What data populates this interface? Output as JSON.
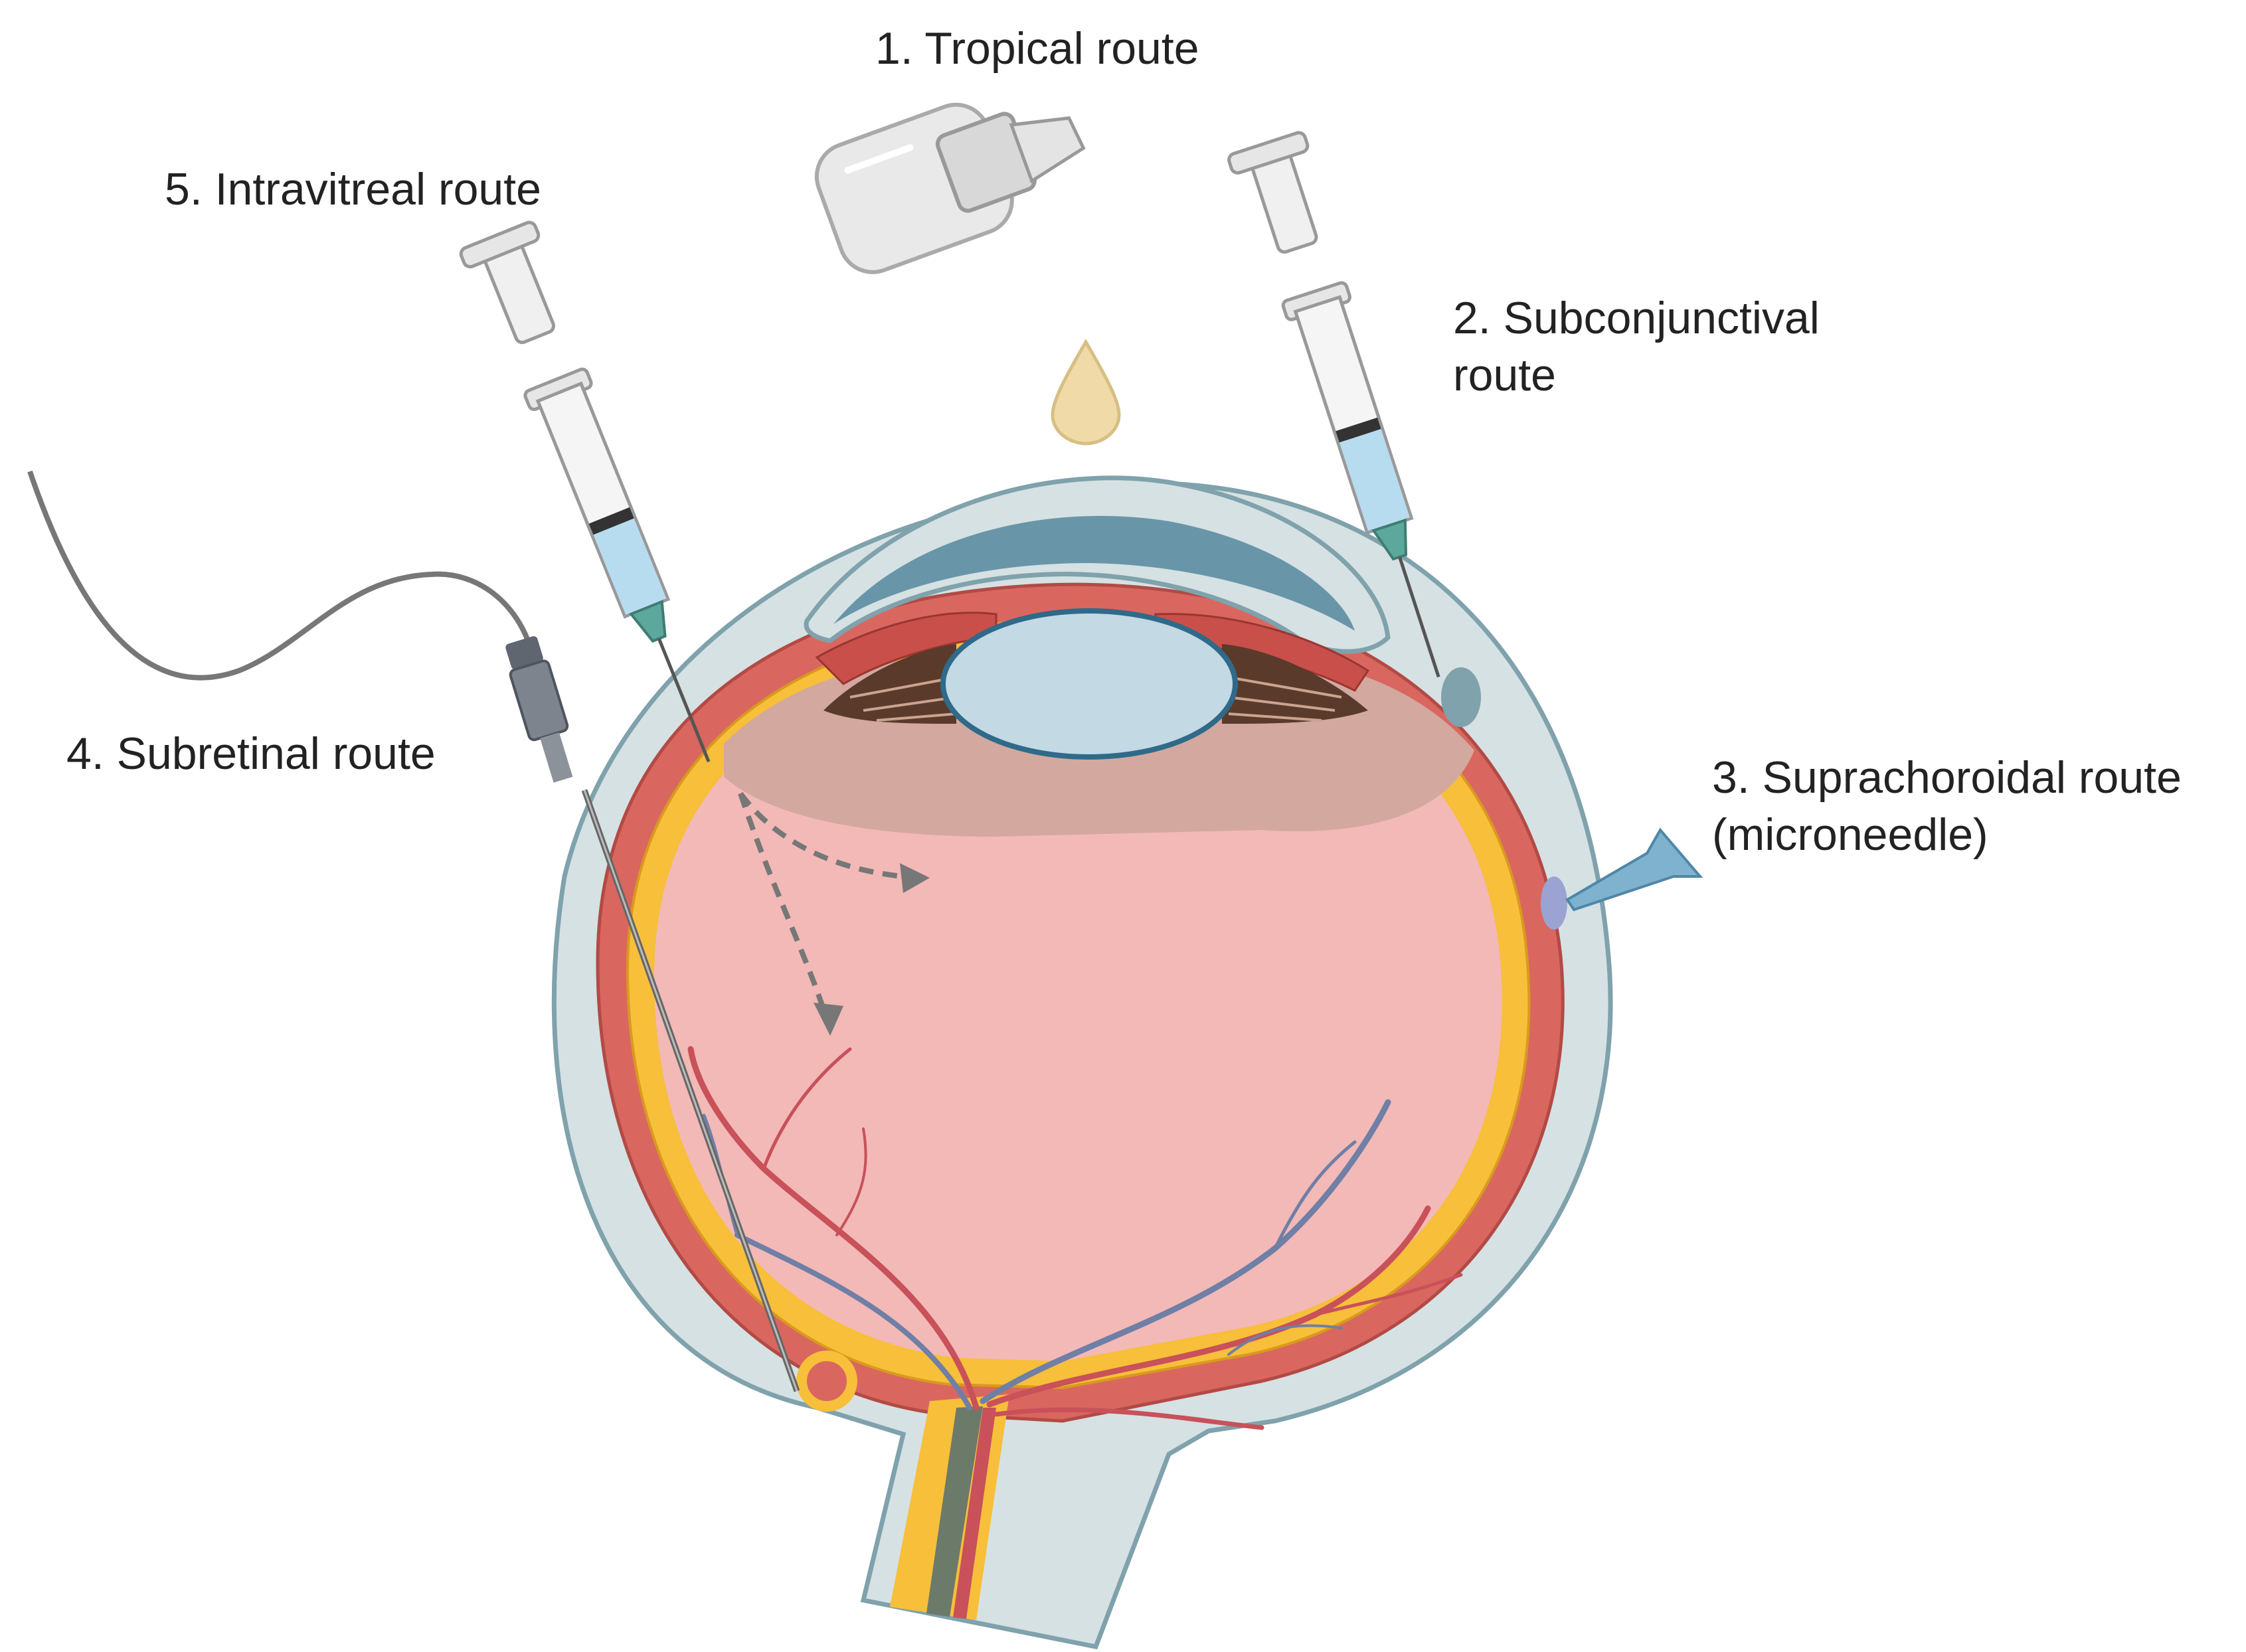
{
  "labels": {
    "tropical": "1. Tropical route",
    "subconjunctival_line1": "2. Subconjunctival",
    "subconjunctival_line2": "route",
    "suprachoroidal_line1": "3. Suprachoroidal route",
    "suprachoroidal_line2": "(microneedle)",
    "subretinal": "4. Subretinal route",
    "intravitreal": "5. Intravitreal route"
  },
  "colors": {
    "sclera": "#d6e1e3",
    "sclera_outline": "#7fa2ac",
    "choroid": "#d9675f",
    "retina": "#f7bf3a",
    "vitreous": "#f2b9b7",
    "ciliary_band": "#d2a89f",
    "cornea_chamber": "#6896a8",
    "lens": "#c3d9e4",
    "lens_outline": "#2f6a89",
    "iris": "#c94f4a",
    "ciliary_muscle": "#5a3a2b",
    "vessel_artery": "#c8515a",
    "vessel_vein": "#6f7fa6",
    "syringe_fluid": "#b8dcef",
    "drop": "#f0dba8",
    "catheter": "#777777",
    "microneedle": "#7fb2cf",
    "arrow": "#777777"
  }
}
